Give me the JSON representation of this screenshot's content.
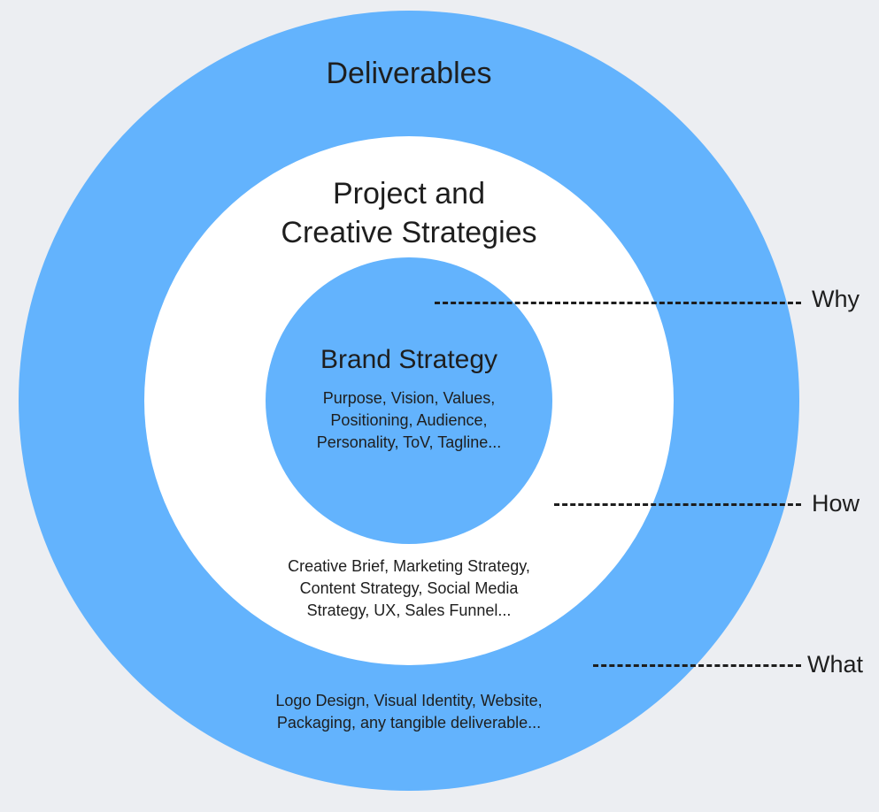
{
  "rings": {
    "outer": {
      "title": "Deliverables",
      "description": "Logo Design, Visual Identity, Website,\nPackaging, any tangible deliverable..."
    },
    "middle": {
      "title": "Project and\nCreative Strategies",
      "description": "Creative Brief, Marketing Strategy,\nContent Strategy, Social Media\nStrategy, UX, Sales Funnel..."
    },
    "inner": {
      "title": "Brand Strategy",
      "description": "Purpose, Vision, Values,\nPositioning, Audience,\nPersonality, ToV, Tagline..."
    }
  },
  "levels": {
    "why": "Why",
    "how": "How",
    "what": "What"
  },
  "colors": {
    "ring_blue": "#63b3fd",
    "background": "#eceef2",
    "white": "#ffffff"
  }
}
